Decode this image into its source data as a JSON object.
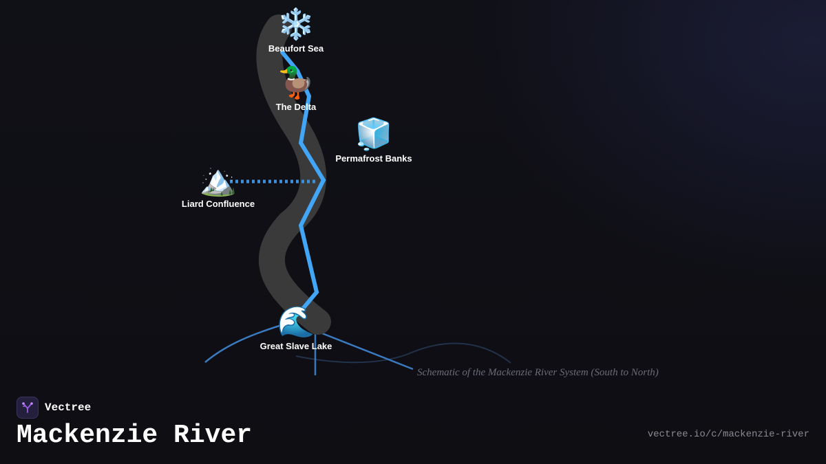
{
  "brand": {
    "name": "Vectree",
    "logo_icon": "vectree-tree-logo-icon",
    "accent": "#9b5de5"
  },
  "title": "Mackenzie River",
  "url": "vectree.io/c/mackenzie-river",
  "diagram": {
    "caption": "Schematic of the Mackenzie River System (South to North)",
    "river_color": "#42a5f5",
    "river_shadow_color": "#3a3a3a",
    "tributary_color": "#3d8fd6",
    "nodes": [
      {
        "id": "beaufort",
        "label": "Beaufort Sea",
        "icon": "❄️",
        "icon_name": "snowflake-icon"
      },
      {
        "id": "delta",
        "label": "The Delta",
        "icon": "🦆",
        "icon_name": "duck-icon"
      },
      {
        "id": "permafrost",
        "label": "Permafrost Banks",
        "icon": "🧊",
        "icon_name": "ice-cube-icon"
      },
      {
        "id": "liard",
        "label": "Liard Confluence",
        "icon": "🏔️",
        "icon_name": "mountain-icon"
      },
      {
        "id": "slave",
        "label": "Great Slave Lake",
        "icon": "🌊",
        "icon_name": "wave-icon"
      }
    ]
  }
}
